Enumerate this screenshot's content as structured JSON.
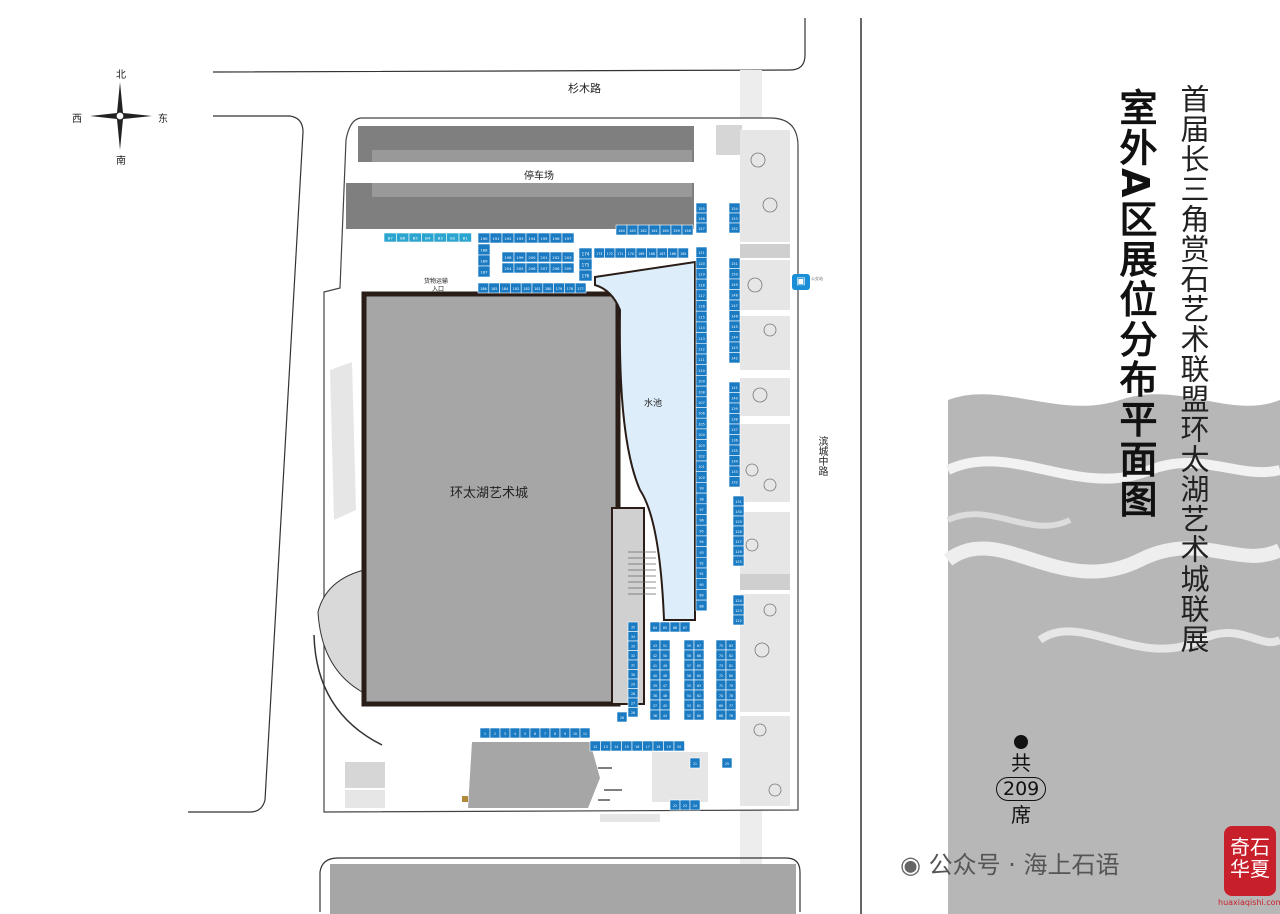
{
  "title": "室外A区展位分布平面图",
  "subtitle": "首届长三角赏石艺术联盟环太湖艺术城联展",
  "total": {
    "prefix": "共",
    "number": "209",
    "suffix": "席"
  },
  "compass": {
    "north": "北",
    "south": "南",
    "west": "西",
    "east": "东"
  },
  "labels": {
    "road_top": "杉木路",
    "road_right": "滨城中路",
    "parking": "停车场",
    "building": "环太湖艺术城",
    "pool": "水池",
    "entrance_line1": "货物运输",
    "entrance_line2": "入口",
    "bus_stop": "公交站"
  },
  "watermark": "公众号 · 海上石语",
  "seal": {
    "top": "奇石",
    "bottom": "华夏",
    "url": "huaxiaqishi.com"
  },
  "colors": {
    "booth": "#1a7bc3",
    "booth_light": "#2aa5d0",
    "building": "#a6a6a6",
    "pool": "#ddeefa",
    "parking": "#7f7f7f"
  },
  "booths": {
    "strip_bottom_left": [
      "1",
      "2",
      "3",
      "4",
      "5",
      "6",
      "7",
      "8",
      "9",
      "10",
      "11"
    ],
    "strip_bottom_right": [
      "12",
      "13",
      "14",
      "15",
      "16",
      "17",
      "18",
      "19",
      "20"
    ],
    "pillars": [
      "21",
      "25"
    ],
    "small_row": [
      "22",
      "23",
      "24"
    ],
    "col_26_35": [
      "35",
      "34",
      "33",
      "32",
      "31",
      "30",
      "29",
      "28",
      "27",
      "26"
    ],
    "col_36_43": [
      "43",
      "42",
      "41",
      "40",
      "39",
      "38",
      "37",
      "36"
    ],
    "col_44_51": [
      "51",
      "50",
      "49",
      "48",
      "47",
      "46",
      "45",
      "44"
    ],
    "col_52_59": [
      "59",
      "58",
      "57",
      "56",
      "55",
      "54",
      "53",
      "52"
    ],
    "col_60_67": [
      "67",
      "66",
      "65",
      "64",
      "63",
      "62",
      "61",
      "60"
    ],
    "col_68_75": [
      "75",
      "74",
      "73",
      "72",
      "71",
      "70",
      "69",
      "68"
    ],
    "col_76_83": [
      "83",
      "82",
      "81",
      "80",
      "79",
      "78",
      "77",
      "76"
    ],
    "row_84_87": [
      "84",
      "85",
      "86",
      "87"
    ],
    "pool_east": [
      "121",
      "120",
      "119",
      "118",
      "117",
      "116",
      "115",
      "114",
      "113",
      "112",
      "111",
      "110",
      "109",
      "108",
      "107",
      "106",
      "105",
      "104",
      "103",
      "102",
      "101",
      "100",
      "99",
      "98",
      "97",
      "96",
      "95",
      "94",
      "93",
      "92",
      "91",
      "90",
      "89",
      "88"
    ],
    "east_walk_a": [
      "155",
      "156",
      "157"
    ],
    "east_walk_b": [
      "154",
      "153",
      "152"
    ],
    "east_walk_c": [
      "151",
      "150",
      "149",
      "148",
      "147",
      "146",
      "145",
      "144",
      "143",
      "142"
    ],
    "east_walk_d": [
      "141",
      "140",
      "139",
      "138",
      "137",
      "136",
      "135",
      "134",
      "133",
      "132"
    ],
    "east_walk_e": [
      "131",
      "130",
      "129",
      "128",
      "127",
      "126",
      "125"
    ],
    "east_walk_f": [
      "124",
      "123",
      "122"
    ],
    "row_158_164": [
      "164",
      "163",
      "162",
      "161",
      "160",
      "159",
      "158"
    ],
    "row_165_174": [
      "173",
      "172",
      "171",
      "170",
      "169",
      "168",
      "167",
      "166",
      "165"
    ],
    "col_174_176": [
      "174",
      "175",
      "176"
    ],
    "row_177_186": [
      "186",
      "185",
      "184",
      "183",
      "182",
      "181",
      "180",
      "179",
      "178",
      "177"
    ],
    "col_187_189": [
      "188",
      "189",
      "187"
    ],
    "row_190_197": [
      "190",
      "191",
      "192",
      "193",
      "194",
      "195",
      "196",
      "197"
    ],
    "row_198_203": [
      "198",
      "199",
      "200",
      "201",
      "202",
      "203"
    ],
    "row_204_209": [
      "204",
      "205",
      "206",
      "207",
      "208",
      "209"
    ],
    "row_b": [
      "B7",
      "B6",
      "B5",
      "B4",
      "B3",
      "B2",
      "B1"
    ]
  }
}
